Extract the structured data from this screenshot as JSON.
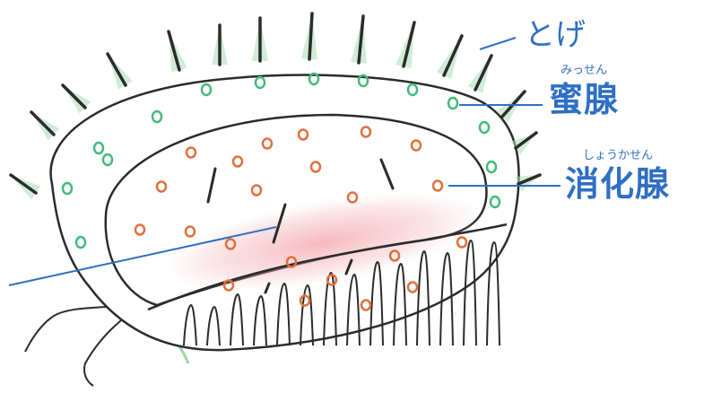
{
  "labels": {
    "spine": {
      "text": "とげ"
    },
    "nectar_gland": {
      "ruby": "みっせん",
      "text": "蜜腺"
    },
    "digestive_gland": {
      "ruby": "しょうかせん",
      "text": "消化腺"
    }
  },
  "colors": {
    "ink": "#2b2b2b",
    "label_blue": "#2f6fc4",
    "nectar_green": "#46b97a",
    "gland_orange": "#e0703f",
    "pink_wash": "#f2a0a8",
    "spine_fill": "#a9dcb7"
  }
}
